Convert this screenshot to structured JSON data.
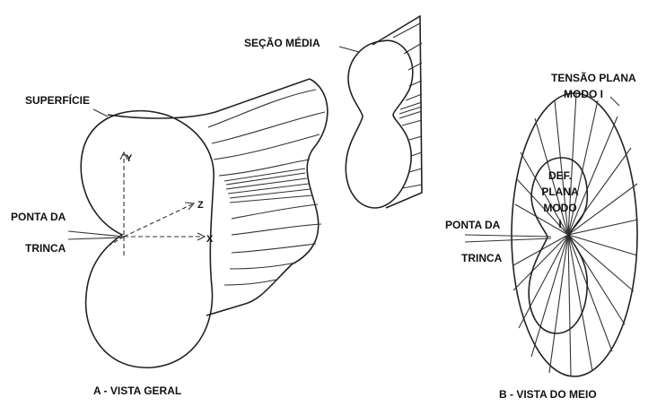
{
  "labels": {
    "superficie": "SUPERFÍCIE",
    "secao_media": "SEÇÃO MÉDIA",
    "ponta_da_a": "PONTA DA",
    "trinca_a": "TRINCA",
    "axis_y": "Y",
    "axis_z": "Z",
    "axis_x": "X",
    "caption_a": "A - VISTA GERAL",
    "tensao_plana": "TENSÃO PLANA",
    "modo_i_tp": "MODO I",
    "def": "DEF.",
    "plana": "PLANA",
    "modo": "MODO",
    "i": "I",
    "ponta_da_b": "PONTA DA",
    "trinca_b": "TRINCA",
    "caption_b": "B - VISTA DO MEIO"
  }
}
